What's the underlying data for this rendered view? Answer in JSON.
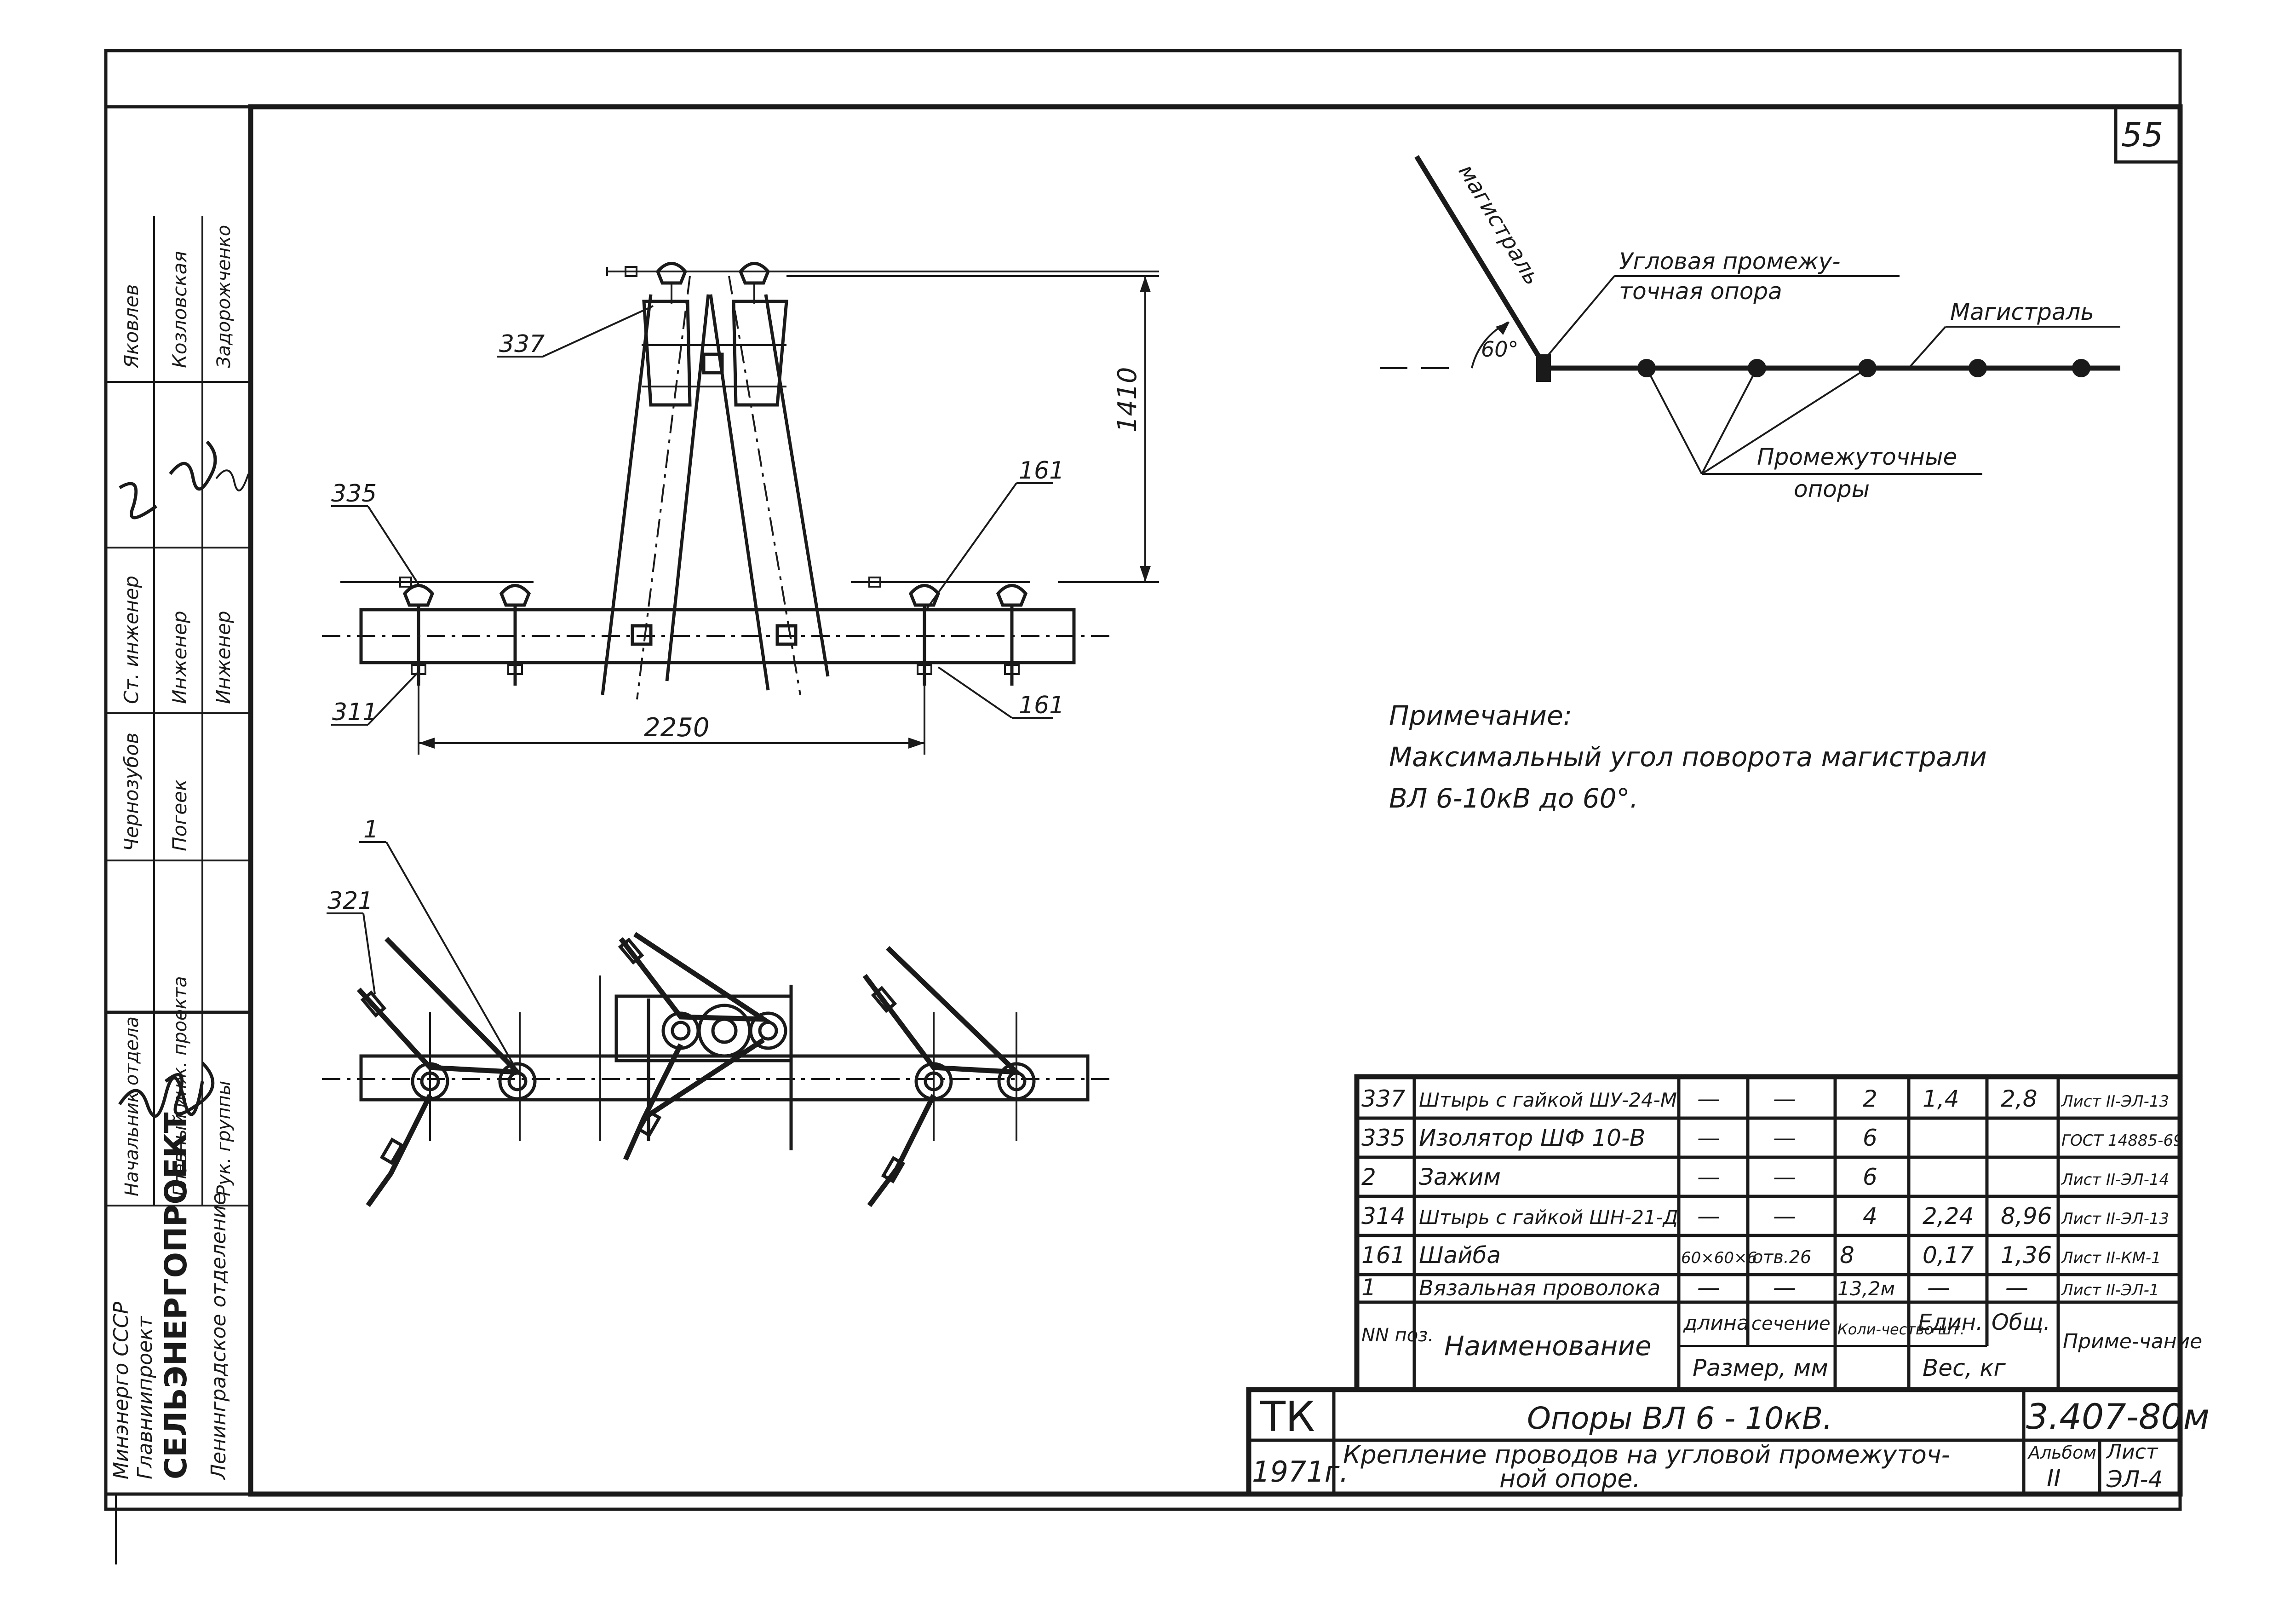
{
  "sheet": {
    "page_number": "55"
  },
  "side_stamp": {
    "org_lines": [
      "Минэнерго СССР",
      "Главниипроект",
      "СЕЛЬЭНЕРГОПРОЕКТ",
      "Ленинградское отделение"
    ],
    "positions": [
      "Начальник отдела",
      "Главный инж. проекта",
      "Рук. группы",
      "Ст. инженер",
      "Инженер",
      "Инженер"
    ],
    "names": [
      "Чернозубов",
      "Погеек",
      "Яковлев",
      "Козловская",
      "Задорожченко"
    ]
  },
  "elevation": {
    "dim_height": "1410",
    "dim_width": "2250",
    "callouts": [
      "337",
      "335",
      "161",
      "311",
      "161"
    ]
  },
  "plan": {
    "callouts": [
      "1",
      "321"
    ]
  },
  "scheme": {
    "angle": "60°",
    "mainline_top": "магистраль",
    "angle_support_label": "Угловая промежу-\nточная опора",
    "angle_support_line1": "Угловая промежу-",
    "angle_support_line2": "точная опора",
    "mainline_right": "Магистраль",
    "intermediate_line1": "Промежуточные",
    "intermediate_line2": "опоры"
  },
  "note": {
    "title": "Примечание:",
    "line1": "Максимальный угол поворота магистрали",
    "line2": "ВЛ 6-10кВ до 60°."
  },
  "spec_table": {
    "rows": [
      {
        "pos": "337",
        "name": "Штырь с гайкой ШУ-24-М",
        "dim1": "—",
        "dim2": "—",
        "qty": "2",
        "unit": "1,4",
        "total": "2,8",
        "note": "Лист II-ЭЛ-13"
      },
      {
        "pos": "335",
        "name": "Изолятор ШФ 10-В",
        "dim1": "—",
        "dim2": "—",
        "qty": "6",
        "unit": "",
        "total": "",
        "note": "ГОСТ 14885-69"
      },
      {
        "pos": "2",
        "name": "Зажим",
        "dim1": "—",
        "dim2": "—",
        "qty": "6",
        "unit": "",
        "total": "",
        "note": "Лист II-ЭЛ-14"
      },
      {
        "pos": "314",
        "name": "Штырь с гайкой ШН-21-Д",
        "dim1": "—",
        "dim2": "—",
        "qty": "4",
        "unit": "2,24",
        "total": "8,96",
        "note": "Лист II-ЭЛ-13"
      },
      {
        "pos": "161",
        "name": "Шайба",
        "dim1": "60×60×6",
        "dim2": "отв.26",
        "qty": "8",
        "unit": "0,17",
        "total": "1,36",
        "note": "Лист II-КМ-1"
      },
      {
        "pos": "1",
        "name": "Вязальная проволока",
        "dim1": "—",
        "dim2": "—",
        "qty": "13,2м",
        "unit": "—",
        "total": "—",
        "note": "Лист II-ЭЛ-1"
      }
    ],
    "header": {
      "pos": "NN поз.",
      "name": "Наименование",
      "len": "длина",
      "section": "сечение",
      "size": "Размер, мм",
      "qty": "Коли-чество шт.",
      "unit": "Един.",
      "total": "Общ.",
      "weight": "Вес, кг",
      "note": "Приме-чание"
    }
  },
  "title_block": {
    "code": "ТК",
    "year": "1971г.",
    "title": "Опоры ВЛ 6 - 10кВ.",
    "subtitle_line1": "Крепление проводов на угловой промежуточ-",
    "subtitle_line2": "ной опоре.",
    "doc_number": "3.407-80м",
    "album_label": "Альбом",
    "album_value": "II",
    "sheet_label": "Лист",
    "sheet_value": "ЭЛ-4"
  }
}
